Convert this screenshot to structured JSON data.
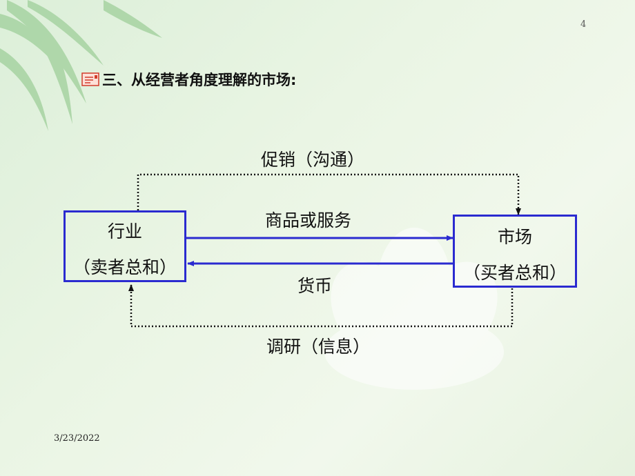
{
  "slide": {
    "number": "4",
    "date": "3/23/2022"
  },
  "heading": {
    "text": "三、从经营者角度理解的市场:"
  },
  "diagram": {
    "left_box": {
      "line1": "行业",
      "line2": "（卖者总和）"
    },
    "right_box": {
      "line1": "市场",
      "line2": "（买者总和）"
    },
    "top_label": "促销（沟通）",
    "upper_arrow_label": "商品或服务",
    "lower_arrow_label": "货币",
    "bottom_label": "调研（信息）",
    "colors": {
      "box_border": "#2a2ad0",
      "dotted_line": "#111111"
    }
  }
}
